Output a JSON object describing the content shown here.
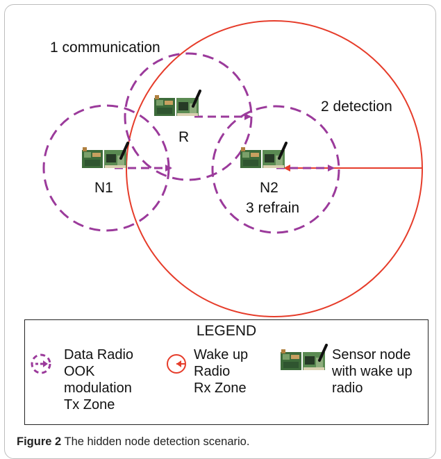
{
  "labels": {
    "communication": "1 communication",
    "detection": "2 detection",
    "refrain": "3 refrain",
    "node_r": "R",
    "node_n1": "N1",
    "node_n2": "N2"
  },
  "legend": {
    "title": "LEGEND",
    "data_radio": "Data Radio\nOOK\nmodulation\nTx Zone",
    "wake_up_radio": "Wake up\nRadio\nRx Zone",
    "sensor_node": "Sensor node\nwith wake up\nradio"
  },
  "caption": {
    "figure_label": "Figure 2",
    "text": "The hidden node detection scenario."
  },
  "colors": {
    "data_radio": "#9b3a9b",
    "wake_up_radio": "#e63c2a",
    "text": "#111111",
    "frame": "#bdbdbd"
  }
}
